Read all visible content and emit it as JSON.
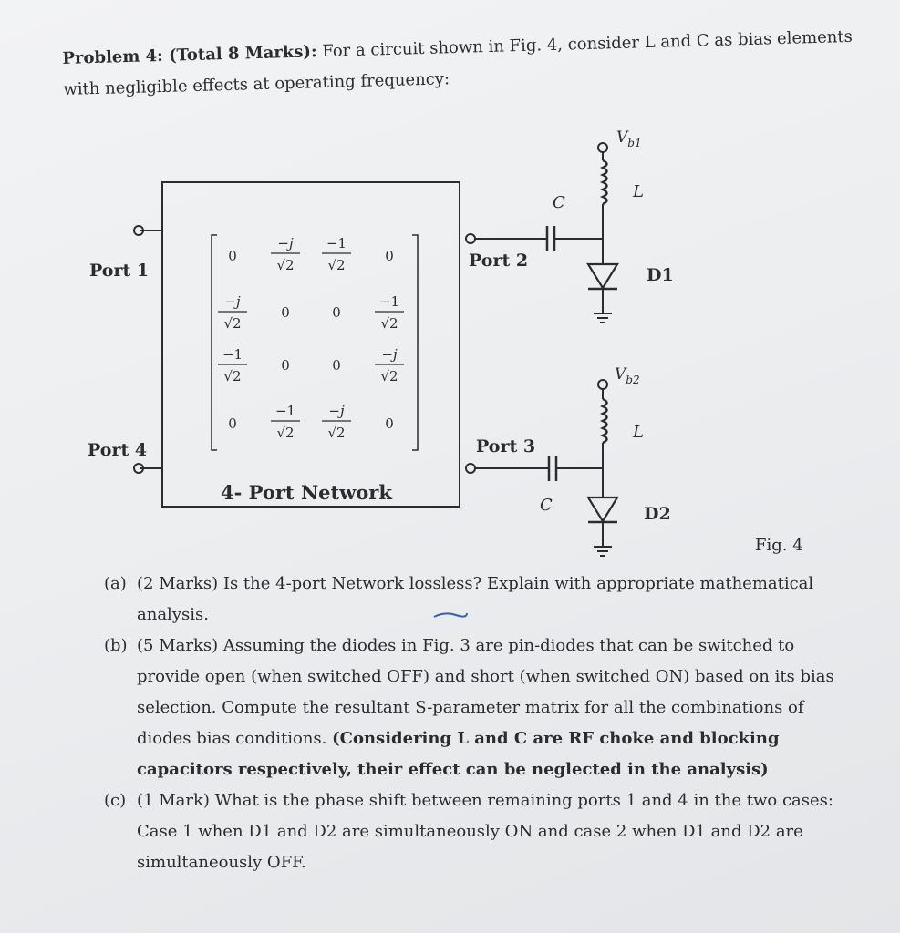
{
  "problem": {
    "title": "Problem 4: (Total 8 Marks):",
    "intro_line1": " For a circuit shown in Fig. 4, consider L and C as bias elements",
    "intro_line2": "with negligible effects at operating frequency:"
  },
  "figure": {
    "caption": "Fig. 4",
    "network_label": "4- Port Network",
    "ports": {
      "p1": "Port 1",
      "p2": "Port 2",
      "p3": "Port 3",
      "p4": "Port 4"
    },
    "components": {
      "vb1": "V",
      "vb1_sub": "b1",
      "vb2": "V",
      "vb2_sub": "b2",
      "L_top": "L",
      "L_bottom": "L",
      "C_top": "C",
      "C_bottom": "C",
      "D1": "D1",
      "D2": "D2"
    },
    "matrix": {
      "r1c1": "0",
      "r1c2_num": "−j",
      "r1c2_den": "√2",
      "r1c3_num": "−1",
      "r1c3_den": "√2",
      "r1c4": "0",
      "r2c1_num": "−j",
      "r2c1_den": "√2",
      "r2c2": "0",
      "r2c3": "0",
      "r2c4_num": "−1",
      "r2c4_den": "√2",
      "r3c1_num": "−1",
      "r3c1_den": "√2",
      "r3c2": "0",
      "r3c3": "0",
      "r3c4_num": "−j",
      "r3c4_den": "√2",
      "r4c1": "0",
      "r4c2_num": "−1",
      "r4c2_den": "√2",
      "r4c3_num": "−j",
      "r4c3_den": "√2",
      "r4c4": "0"
    }
  },
  "questions": {
    "a": {
      "tag": "(a)",
      "text": "(2 Marks) Is the 4-port Network lossless? Explain with appropriate mathematical analysis."
    },
    "b": {
      "tag": "(b)",
      "text": "(5 Marks) Assuming the diodes in Fig. 3 are pin-diodes that can be switched to provide open (when switched OFF) and short (when switched ON) based on its bias selection. Compute the resultant S-parameter matrix for all the combinations of diodes bias conditions. ",
      "bold": "(Considering L and C are RF choke and blocking capacitors respectively, their effect can be neglected in the analysis)"
    },
    "c": {
      "tag": "(c)",
      "text": "(1 Mark) What is the phase shift between remaining ports 1 and 4 in the two cases: Case 1 when D1 and D2 are simultaneously ON and case 2 when D1 and D2 are simultaneously OFF."
    }
  }
}
